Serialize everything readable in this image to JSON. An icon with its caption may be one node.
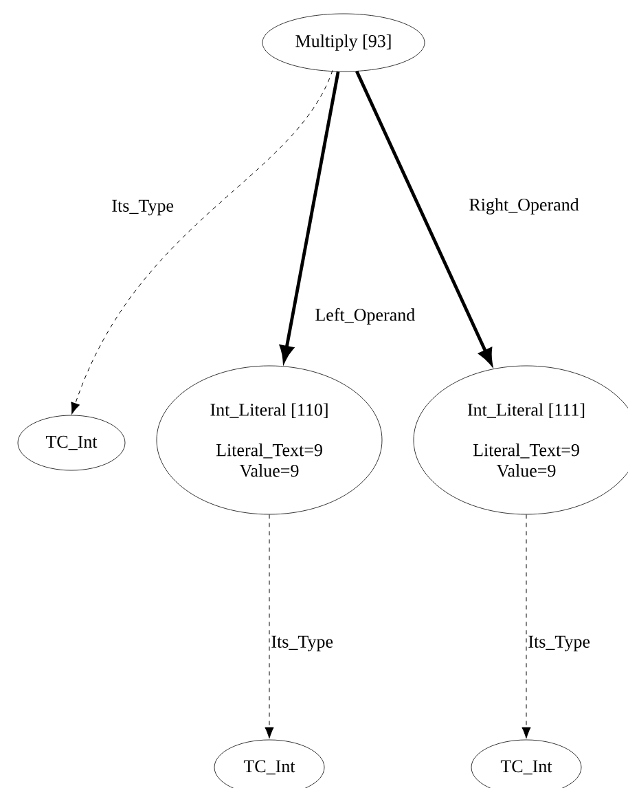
{
  "diagram": {
    "nodes": [
      {
        "text": [
          "Multiply [93]"
        ]
      },
      {
        "text": [
          "TC_Int"
        ]
      },
      {
        "text": [
          "Int_Literal [110]",
          "Literal_Text=9",
          "Value=9"
        ]
      },
      {
        "text": [
          "Int_Literal [111]",
          "Literal_Text=9",
          "Value=9"
        ]
      },
      {
        "text": [
          "TC_Int"
        ]
      },
      {
        "text": [
          "TC_Int"
        ]
      }
    ],
    "edges": [
      {
        "from": 0,
        "to": 1,
        "arrow": "to",
        "label": "Its_Type",
        "style": "dashed"
      },
      {
        "from": 0,
        "to": 2,
        "arrow": "to",
        "label": "Left_Operand",
        "style": "thick"
      },
      {
        "from": 0,
        "to": 3,
        "arrow": "to",
        "label": "Right_Operand",
        "style": "thick"
      },
      {
        "from": 2,
        "to": 4,
        "arrow": "to",
        "label": "Its_Type",
        "style": "dashed"
      },
      {
        "from": 3,
        "to": 5,
        "arrow": "to",
        "label": "Its_Type",
        "style": "dashed"
      }
    ]
  }
}
